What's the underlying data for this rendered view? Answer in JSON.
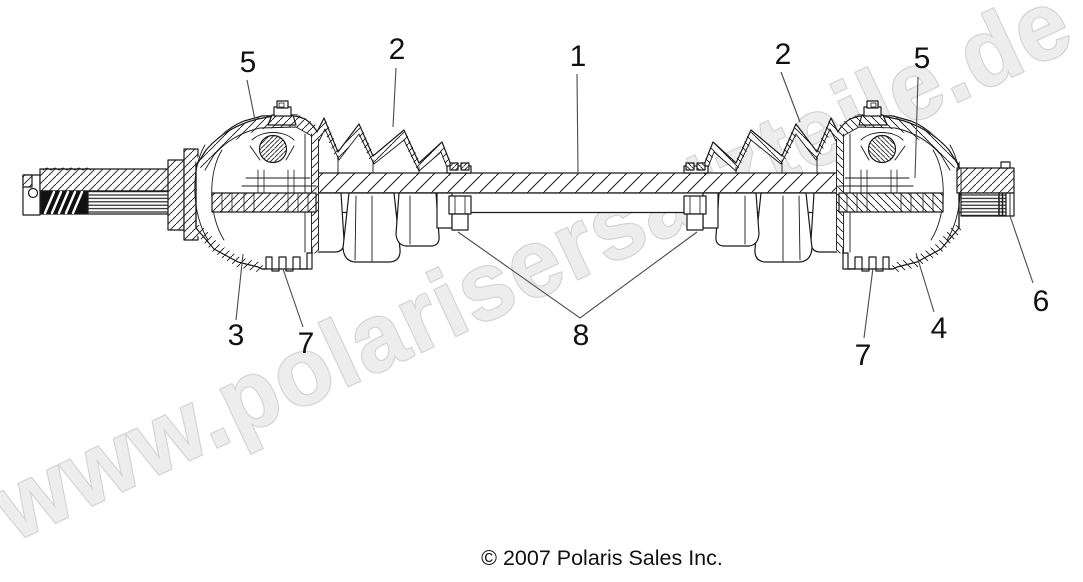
{
  "diagram": {
    "callouts": {
      "shaft": "1",
      "boot_left": "2",
      "boot_right": "2",
      "housing_left": "3",
      "housing_right": "4",
      "joint_left": "5",
      "joint_right": "5",
      "stub_shaft_right": "6",
      "retainer_left": "7",
      "retainer_right": "7",
      "clamps": "8"
    },
    "watermark": "www.polarisersatzteile.de",
    "copyright": "© 2007 Polaris Sales Inc.",
    "colors": {
      "line": "#1a1a1a",
      "leader": "#4a4a4a",
      "text": "#111111",
      "watermark_fill": "#ededed",
      "watermark_outline": "#d4d4d4",
      "background": "#ffffff"
    }
  }
}
